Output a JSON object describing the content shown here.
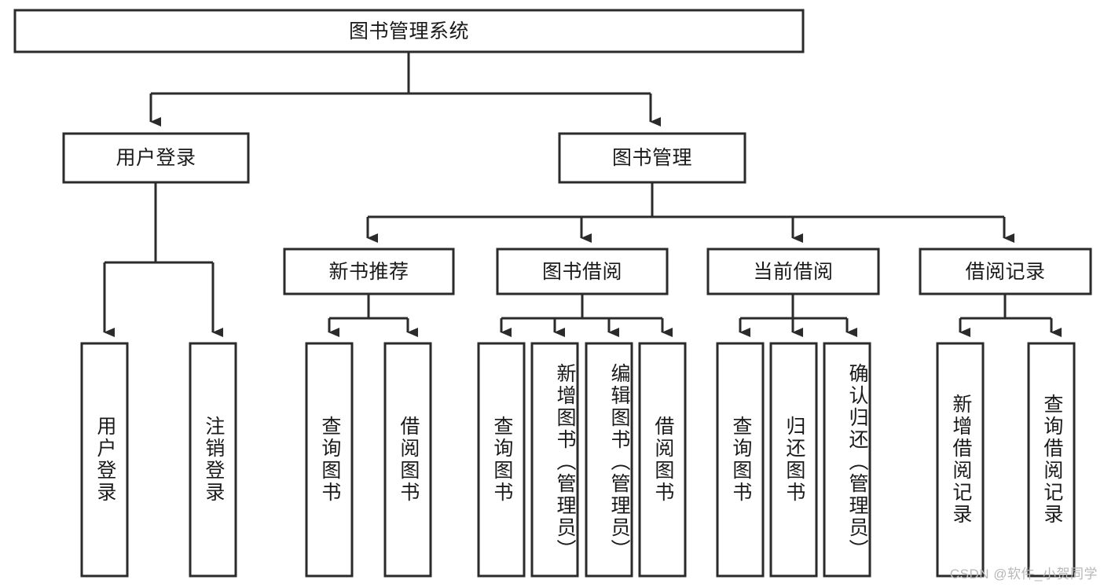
{
  "diagram": {
    "type": "tree-hierarchy",
    "title": "图书管理系统",
    "watermark": "CSDN @软件_小贺同学",
    "colors": {
      "stroke": "#2b2b2b",
      "box_fill": "#ffffff",
      "text": "#1a1a1a",
      "background": "#ffffff",
      "watermark": "#b8b8b8"
    },
    "levels": {
      "root": {
        "label": "图书管理系统"
      },
      "level2": [
        {
          "id": "user-login",
          "label": "用户登录"
        },
        {
          "id": "book-management",
          "label": "图书管理"
        }
      ],
      "level3": [
        {
          "id": "new-book-recommend",
          "label": "新书推荐",
          "parent": "book-management"
        },
        {
          "id": "book-borrow",
          "label": "图书借阅",
          "parent": "book-management"
        },
        {
          "id": "current-borrow",
          "label": "当前借阅",
          "parent": "book-management"
        },
        {
          "id": "borrow-record",
          "label": "借阅记录",
          "parent": "book-management"
        }
      ],
      "leaves": [
        {
          "id": "leaf-user-login",
          "label": "用户登录",
          "parent": "user-login"
        },
        {
          "id": "leaf-logout-login",
          "label": "注销登录",
          "parent": "user-login"
        },
        {
          "id": "leaf-query-book-1",
          "label": "查询图书",
          "parent": "new-book-recommend"
        },
        {
          "id": "leaf-borrow-book-1",
          "label": "借阅图书",
          "parent": "new-book-recommend"
        },
        {
          "id": "leaf-query-book-2",
          "label": "查询图书",
          "parent": "book-borrow"
        },
        {
          "id": "leaf-add-book",
          "label": "新增图书（管理员）",
          "parent": "book-borrow"
        },
        {
          "id": "leaf-edit-book",
          "label": "编辑图书（管理员）",
          "parent": "book-borrow"
        },
        {
          "id": "leaf-borrow-book-2",
          "label": "借阅图书",
          "parent": "book-borrow"
        },
        {
          "id": "leaf-query-book-3",
          "label": "查询图书",
          "parent": "current-borrow"
        },
        {
          "id": "leaf-return-book",
          "label": "归还图书",
          "parent": "current-borrow"
        },
        {
          "id": "leaf-confirm-return",
          "label": "确认归还（管理员）",
          "parent": "current-borrow"
        },
        {
          "id": "leaf-add-record",
          "label": "新增借阅记录",
          "parent": "borrow-record"
        },
        {
          "id": "leaf-query-record",
          "label": "查询借阅记录",
          "parent": "borrow-record"
        }
      ]
    }
  }
}
